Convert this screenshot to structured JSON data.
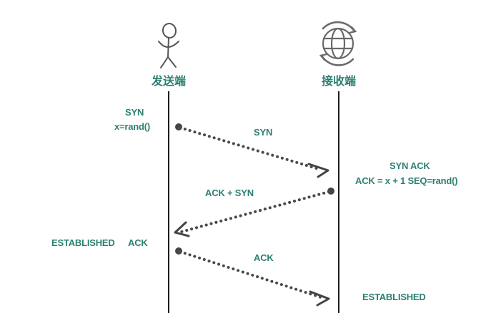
{
  "colors": {
    "label": "#2d7f72",
    "line": "#1f1f1f",
    "arrow": "#444444",
    "icon": "#555555"
  },
  "actors": {
    "sender": {
      "name": "发送端",
      "icon": "person-icon"
    },
    "receiver": {
      "name": "接收端",
      "icon": "globe-icon"
    }
  },
  "sender_state": {
    "syn": "SYN",
    "seq": "x=rand()"
  },
  "messages": {
    "syn": "SYN",
    "ack_syn": "ACK + SYN",
    "ack": "ACK"
  },
  "receiver_state": {
    "syn_ack": "SYN ACK",
    "ack_seq": "ACK = x + 1 SEQ=rand()",
    "established": "ESTABLISHED"
  },
  "sender_established": {
    "established": "ESTABLISHED",
    "ack": "ACK"
  }
}
